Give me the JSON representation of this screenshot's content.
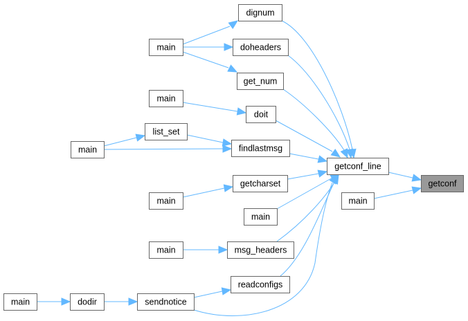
{
  "graph": {
    "title": "getconf caller graph",
    "colors": {
      "edge": "#63b8ff",
      "node_border": "#666666",
      "node_fill": "#ffffff",
      "highlight_fill": "#999999"
    },
    "nodes": [
      {
        "id": "dignum",
        "label": "dignum"
      },
      {
        "id": "main1",
        "label": "main"
      },
      {
        "id": "doheaders",
        "label": "doheaders"
      },
      {
        "id": "get_num",
        "label": "get_num"
      },
      {
        "id": "main2",
        "label": "main"
      },
      {
        "id": "doit",
        "label": "doit"
      },
      {
        "id": "list_set",
        "label": "list_set"
      },
      {
        "id": "main3",
        "label": "main"
      },
      {
        "id": "findlastmsg",
        "label": "findlastmsg"
      },
      {
        "id": "getconf_line",
        "label": "getconf_line"
      },
      {
        "id": "getconf",
        "label": "getconf",
        "highlight": true
      },
      {
        "id": "getcharset",
        "label": "getcharset"
      },
      {
        "id": "main4",
        "label": "main"
      },
      {
        "id": "main5",
        "label": "main"
      },
      {
        "id": "main6",
        "label": "main"
      },
      {
        "id": "main7",
        "label": "main"
      },
      {
        "id": "msg_headers",
        "label": "msg_headers"
      },
      {
        "id": "readconfigs",
        "label": "readconfigs"
      },
      {
        "id": "main8",
        "label": "main"
      },
      {
        "id": "dodir",
        "label": "dodir"
      },
      {
        "id": "sendnotice",
        "label": "sendnotice"
      }
    ],
    "edges": [
      {
        "from": "main1",
        "to": "dignum"
      },
      {
        "from": "main1",
        "to": "doheaders"
      },
      {
        "from": "main1",
        "to": "get_num"
      },
      {
        "from": "main2",
        "to": "doit"
      },
      {
        "from": "main3",
        "to": "list_set"
      },
      {
        "from": "main3",
        "to": "findlastmsg"
      },
      {
        "from": "list_set",
        "to": "findlastmsg"
      },
      {
        "from": "dignum",
        "to": "getconf_line"
      },
      {
        "from": "doheaders",
        "to": "getconf_line"
      },
      {
        "from": "get_num",
        "to": "getconf_line"
      },
      {
        "from": "doit",
        "to": "getconf_line"
      },
      {
        "from": "findlastmsg",
        "to": "getconf_line"
      },
      {
        "from": "getcharset",
        "to": "getconf_line"
      },
      {
        "from": "main6",
        "to": "getconf_line"
      },
      {
        "from": "msg_headers",
        "to": "getconf_line"
      },
      {
        "from": "readconfigs",
        "to": "getconf_line"
      },
      {
        "from": "sendnotice",
        "to": "getconf_line"
      },
      {
        "from": "main4",
        "to": "getcharset"
      },
      {
        "from": "main7",
        "to": "msg_headers"
      },
      {
        "from": "sendnotice",
        "to": "readconfigs"
      },
      {
        "from": "main8",
        "to": "dodir"
      },
      {
        "from": "dodir",
        "to": "sendnotice"
      },
      {
        "from": "getconf_line",
        "to": "getconf"
      },
      {
        "from": "main5",
        "to": "getconf"
      }
    ]
  }
}
